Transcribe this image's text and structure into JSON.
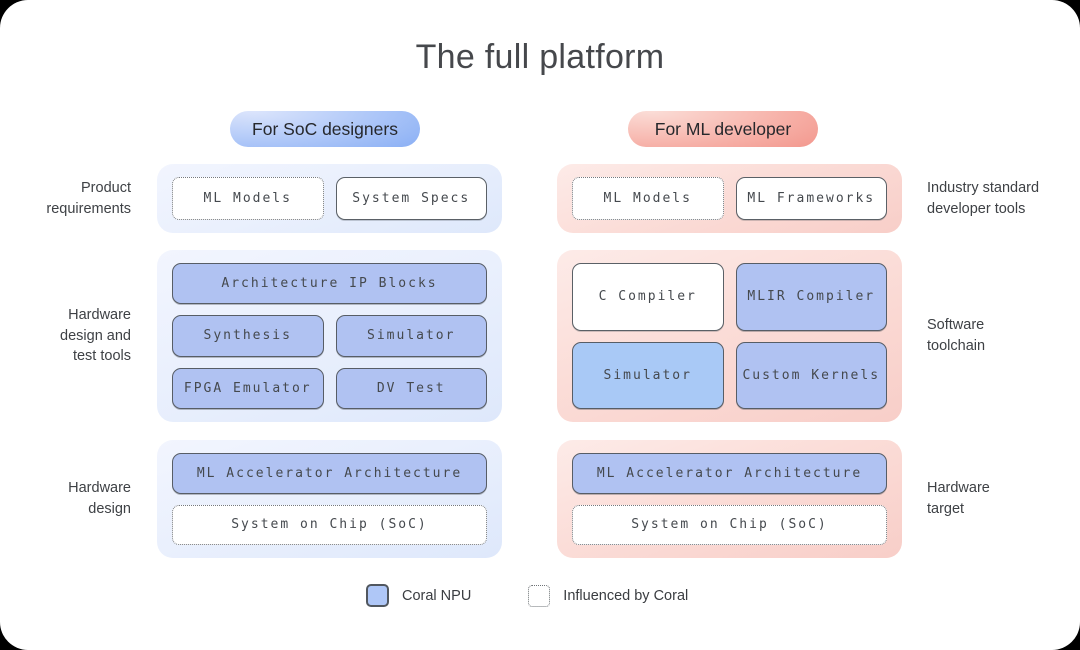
{
  "title": "The full platform",
  "colors": {
    "coral_npu_blue": "#B0C2F2",
    "light_blue_box": "#A9C9F6",
    "blue_panel": "#EAF0FD",
    "pink_panel": "#FBDDD8",
    "blue_pill": "#79A4F3",
    "pink_pill": "#F0897F",
    "box_border": "#575D66",
    "dotted_border": "#75797E",
    "text_dark": "#46484C"
  },
  "columns": {
    "soc": {
      "pill": "For SoC designers",
      "rows": {
        "requirements": {
          "ml_models": "ML Models",
          "system_specs": "System Specs"
        },
        "tools": {
          "arch_ip": "Architecture IP Blocks",
          "synthesis": "Synthesis",
          "simulator": "Simulator",
          "fpga": "FPGA Emulator",
          "dv_test": "DV Test"
        },
        "design": {
          "ml_accel": "ML Accelerator Architecture",
          "soc_chip": "System on Chip (SoC)"
        }
      }
    },
    "ml": {
      "pill": "For ML developer",
      "rows": {
        "dev_tools": {
          "ml_models": "ML Models",
          "frameworks": "ML Frameworks"
        },
        "toolchain": {
          "c_compiler": "C Compiler",
          "mlir": "MLIR Compiler",
          "simulator": "Simulator",
          "kernels": "Custom Kernels"
        },
        "target": {
          "ml_accel": "ML Accelerator Architecture",
          "soc_chip": "System on Chip (SoC)"
        }
      }
    }
  },
  "side_labels": {
    "left": [
      [
        "Product",
        "requirements"
      ],
      [
        "Hardware",
        "design and",
        "test tools"
      ],
      [
        "Hardware",
        "design"
      ]
    ],
    "right": [
      [
        "Industry standard",
        "developer tools"
      ],
      [
        "Software",
        "toolchain"
      ],
      [
        "Hardware",
        "target"
      ]
    ]
  },
  "legend": {
    "items": [
      {
        "label": "Coral NPU"
      },
      {
        "label": "Influenced by Coral"
      }
    ]
  }
}
